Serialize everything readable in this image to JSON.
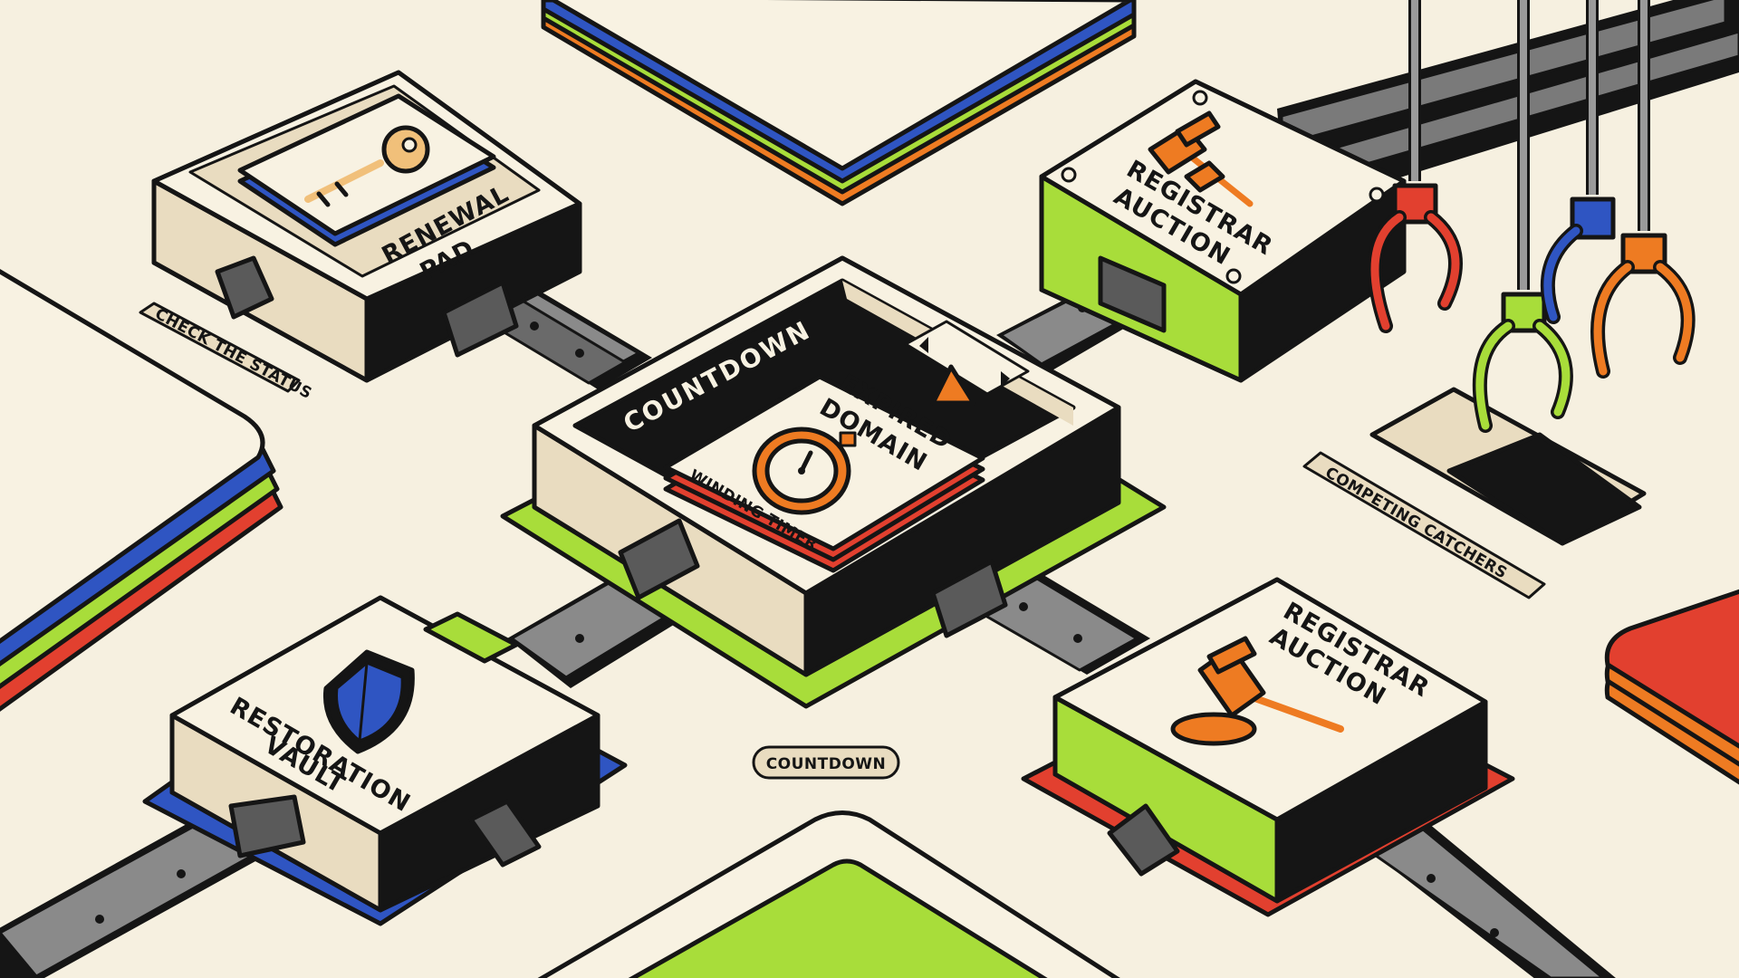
{
  "colors": {
    "background": "#f6f0e0",
    "cream": "#f8f2e2",
    "ink": "#151515",
    "blue": "#2f55c2",
    "green": "#a8dd3a",
    "red": "#e2402f",
    "orange": "#ee7b22",
    "rail": "#7a7a7a"
  },
  "center_module": {
    "label": "COUNTDOWN",
    "card_title_line1": "EXPIRED",
    "card_title_line2": "DOMAIN",
    "card_caption": "WINDING TIMER",
    "icon": "stopwatch-icon"
  },
  "renewal_pad": {
    "label_line1": "RENEWAL",
    "label_line2": "PAD",
    "icon": "key-icon",
    "tag": "CHECK THE STATUS"
  },
  "registrar_auction_top": {
    "label_line1": "REGISTRAR",
    "label_line2": "AUCTION",
    "icon": "gavel-icon"
  },
  "registrar_auction_bottom": {
    "label_line1": "REGISTRAR",
    "label_line2": "AUCTION",
    "icon": "gavel-icon"
  },
  "restoration_vault": {
    "label_line1": "RESTORATION",
    "label_line2": "VAULT",
    "icon": "shield-icon"
  },
  "catchers": {
    "tag": "COMPETING CATCHERS",
    "claw_colors": [
      "#e2402f",
      "#a8dd3a",
      "#2f55c2",
      "#ee7b22"
    ]
  },
  "bottom_tag": "COUNTDOWN"
}
